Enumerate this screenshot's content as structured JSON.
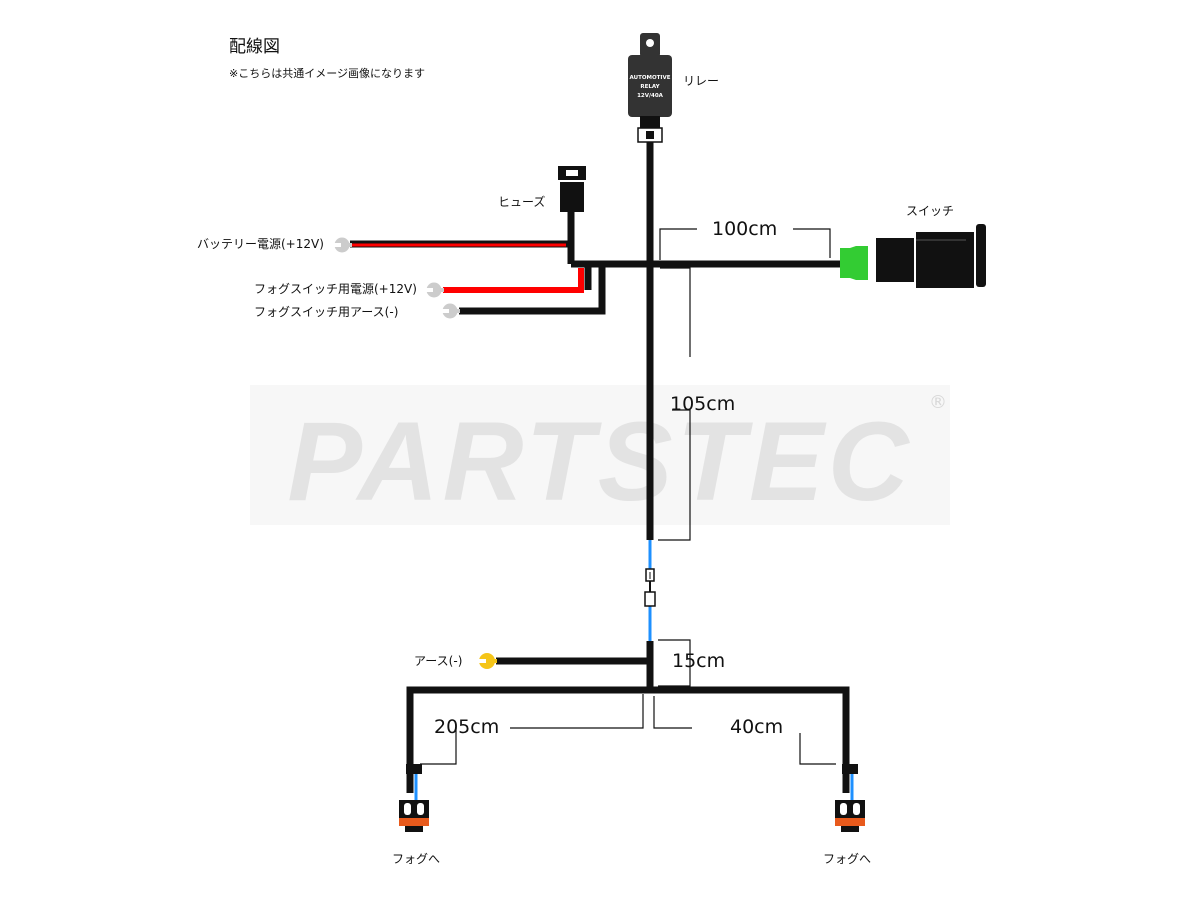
{
  "title": "配線図",
  "note": "※こちらは共通イメージ画像になります",
  "watermark": {
    "text": "PARTSTEC",
    "mark": "®"
  },
  "relay": {
    "label": "リレー",
    "print_line1": "AUTOMOTIVE",
    "print_line2": "RELAY",
    "print_line3": "12V/40A"
  },
  "fuse": {
    "label": "ヒューズ"
  },
  "switch": {
    "label": "スイッチ"
  },
  "wires": {
    "battery_power": "バッテリー電源(+12V)",
    "fog_switch_power": "フォグスイッチ用電源(+12V)",
    "fog_switch_ground": "フォグスイッチ用アース(-)",
    "ground": "アース(-)"
  },
  "dimensions": {
    "to_switch": "100cm",
    "main_trunk": "105cm",
    "ground_branch": "15cm",
    "left_fog": "205cm",
    "right_fog": "40cm"
  },
  "fog_left": {
    "label": "フォグへ"
  },
  "fog_right": {
    "label": "フォグへ"
  },
  "colors": {
    "black": "#111111",
    "red": "#ff0000",
    "blue": "#1e90ff",
    "green": "#33cc33",
    "yellow": "#f5c518",
    "gray": "#cccccc",
    "relay_body": "#333333",
    "connector_orange": "#e85a1c"
  }
}
